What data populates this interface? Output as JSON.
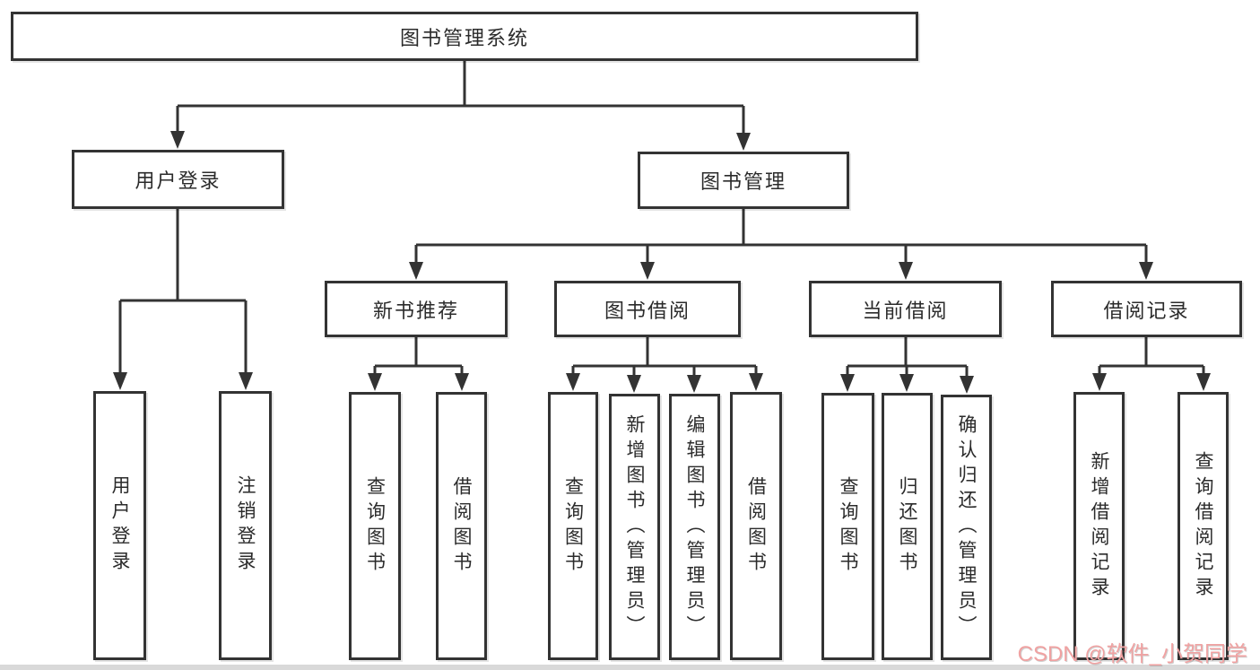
{
  "tree": {
    "root": {
      "label": "图书管理系统",
      "children": {
        "user_login": {
          "label": "用户登录",
          "children": {
            "login": {
              "label": "用户登录"
            },
            "logout": {
              "label": "注销登录"
            }
          }
        },
        "book_mgmt": {
          "label": "图书管理",
          "children": {
            "new_book_rec": {
              "label": "新书推荐",
              "children": {
                "query_book": {
                  "label": "查询图书"
                },
                "borrow_book": {
                  "label": "借阅图书"
                }
              }
            },
            "book_borrow": {
              "label": "图书借阅",
              "children": {
                "query_book": {
                  "label": "查询图书"
                },
                "add_book": {
                  "label": "新增图书（管理员）"
                },
                "edit_book": {
                  "label": "编辑图书（管理员）"
                },
                "borrow_book": {
                  "label": "借阅图书"
                }
              }
            },
            "current_borrow": {
              "label": "当前借阅",
              "children": {
                "query_book": {
                  "label": "查询图书"
                },
                "return_book": {
                  "label": "归还图书"
                },
                "confirm_return": {
                  "label": "确认归还（管理员）"
                }
              }
            },
            "borrow_records": {
              "label": "借阅记录",
              "children": {
                "add_record": {
                  "label": "新增借阅记录"
                },
                "query_record": {
                  "label": "查询借阅记录"
                }
              }
            }
          }
        }
      }
    }
  },
  "watermark": {
    "text": "CSDN @软件_小贺同学",
    "color": "#f0a2a2"
  },
  "colors": {
    "background": "#ffffff",
    "box_border": "#333333",
    "connector_line": "#333333",
    "text": "#2b2b2b",
    "bottom_strip": "#d9d9d9"
  }
}
